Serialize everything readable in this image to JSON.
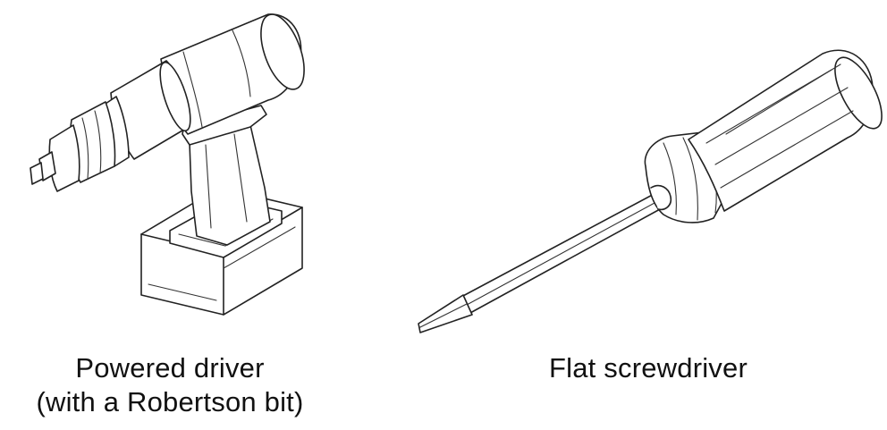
{
  "figures": [
    {
      "icon": "powered-driver-icon",
      "caption_line1": "Powered driver",
      "caption_line2": "(with a Robertson bit)"
    },
    {
      "icon": "flat-screwdriver-icon",
      "caption_line1": "Flat screwdriver"
    }
  ]
}
